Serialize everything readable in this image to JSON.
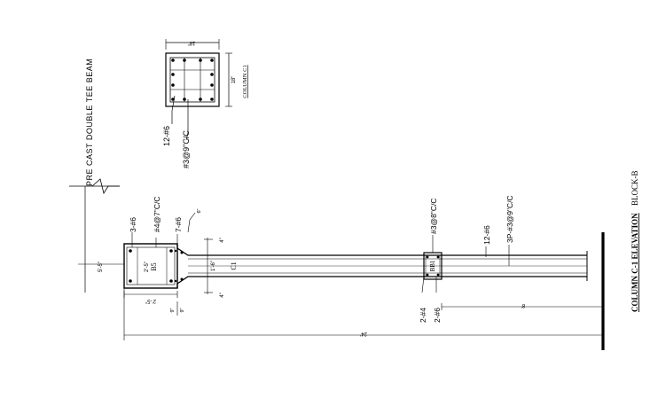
{
  "drawing": {
    "title": "COLUMN C-1 ELEVATION",
    "block": "BLOCK-B",
    "beam_note": "PRE CAST DOUBLE TEE BEAM",
    "section": {
      "title": "COLUMN C1",
      "dim_top": "18\"",
      "dim_side": "18\"",
      "bars": "12-#6",
      "ties": "#3@9\"C/C"
    },
    "labels": {
      "b5": "B5",
      "c1": "C1",
      "bb1": "BB1",
      "top_bars_b5": "3-#6",
      "ties_b5": "#4@7\"C/C",
      "bars_7": "7-#6",
      "ties_bb1": "#3@8\"C/C",
      "col_bars": "12-#6",
      "col_ties": "3P-#3@9\"C/C",
      "bot_bars_1": "2-#4",
      "bot_bars_2": "2-#6"
    },
    "dims": {
      "d_5": "5'-5\"",
      "d_2a": "2'-5\"",
      "d_2b": "2'-5\"",
      "d_1": "1'-6\"",
      "d_4a": "4\"",
      "d_4b": "4\"",
      "d_6": "6\"",
      "d_span": "8'",
      "d_total": "24'",
      "d_a": "9\"",
      "d_b": "9\""
    }
  }
}
